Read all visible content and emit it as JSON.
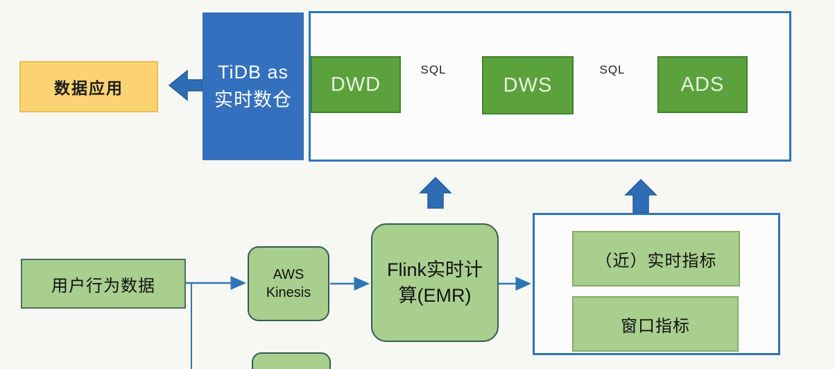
{
  "colors": {
    "background": "#f7f7f4",
    "blue_arrow_fill": "#2e6db6",
    "blue_arrow_border": "#265a94",
    "container_border": "#2e75b6",
    "connector_blue": "#2e75b6",
    "tidb_fill": "#3470bd",
    "dark_green_fill": "#5ba23c",
    "dark_green_border": "#41802a",
    "light_green_fill": "#a9cf8f",
    "rounded_node_border": "#315c4d",
    "metric_box_border": "#84ab66",
    "yellow_fill": "#fbd373",
    "yellow_border": "#eabf55"
  },
  "nodes": {
    "data_application": {
      "label": "数据应用"
    },
    "tidb": {
      "line1": "TiDB as",
      "line2": "实时数仓"
    },
    "warehouse": {
      "dwd": "DWD",
      "sql_label_1": "SQL",
      "dws": "DWS",
      "sql_label_2": "SQL",
      "ads": "ADS"
    },
    "user_behavior_data": {
      "label": "用户行为数据"
    },
    "aws_kinesis": {
      "line1": "AWS",
      "line2": "Kinesis"
    },
    "flink": {
      "line1": "Flink实时计",
      "line2": "算(EMR)"
    },
    "metrics": {
      "near_realtime": "（近）实时指标",
      "window": "窗口指标"
    }
  }
}
